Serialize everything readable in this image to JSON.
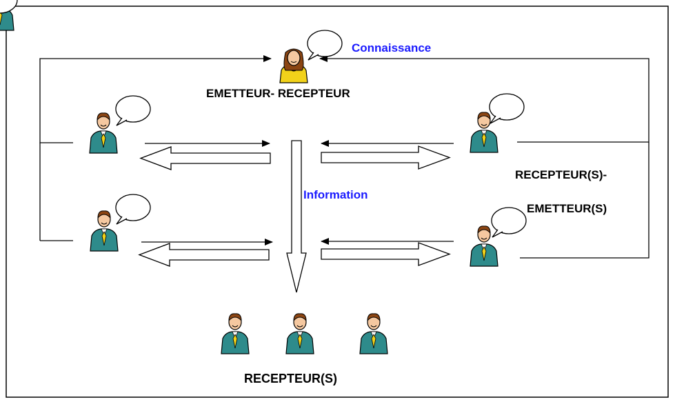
{
  "labels": {
    "emitter": "EMETTEUR- RECEPTEUR",
    "knowledge": "Connaissance",
    "information": "Information",
    "receivers_emitters_line1": "RECEPTEUR(S)-",
    "receivers_emitters_line2": "EMETTEUR(S)",
    "receivers": "RECEPTEUR(S)"
  },
  "colors": {
    "label_blue": "#1a1aff",
    "label_black": "#000000",
    "man_jacket": "#2e8b8b",
    "man_tie": "#f2d21a",
    "woman_top": "#f2d21a",
    "hair": "#8b4513",
    "skin": "#f5c8a0",
    "outline": "#000000"
  },
  "icons": {
    "emitter": "woman-with-speech-bubble-icon",
    "participants": "man-with-speech-bubble-icon",
    "receivers": "man-icon"
  }
}
